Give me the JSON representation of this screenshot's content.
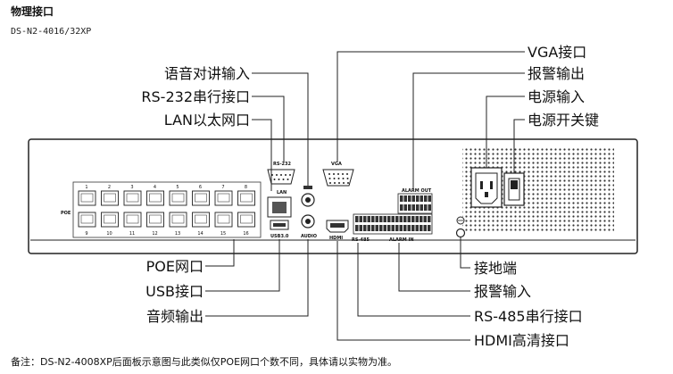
{
  "header": {
    "title": "物理接口",
    "model": "DS-N2-4016/32XP"
  },
  "labels": {
    "audio_talk_in": "语音对讲输入",
    "rs232": "RS-232串行接口",
    "lan": "LAN以太网口",
    "vga": "VGA接口",
    "alarm_out": "报警输出",
    "power_in": "电源输入",
    "power_switch": "电源开关键",
    "poe": "POE网口",
    "usb": "USB接口",
    "audio_out": "音频输出",
    "ground": "接地端",
    "alarm_in": "报警输入",
    "rs485": "RS-485串行接口",
    "hdmi": "HDMI高清接口"
  },
  "panel_text": {
    "poe": "POE",
    "rs232": "RS-232",
    "lan": "LAN",
    "usb": "USB3.0",
    "audio": "AUDIO",
    "vga": "VGA",
    "hdmi": "HDMI",
    "rs485": "RS-485",
    "alarm_out": "ALARM OUT",
    "alarm_in": "ALARM IN",
    "port_numbers_top": [
      "1",
      "2",
      "3",
      "4",
      "5",
      "6",
      "7",
      "8"
    ],
    "port_numbers_bottom": [
      "9",
      "10",
      "11",
      "12",
      "13",
      "14",
      "15",
      "16"
    ]
  },
  "footer": {
    "note": "备注：DS-N2-4008XP后面板示意图与此类似仅POE网口个数不同，具体请以实物为准。"
  }
}
